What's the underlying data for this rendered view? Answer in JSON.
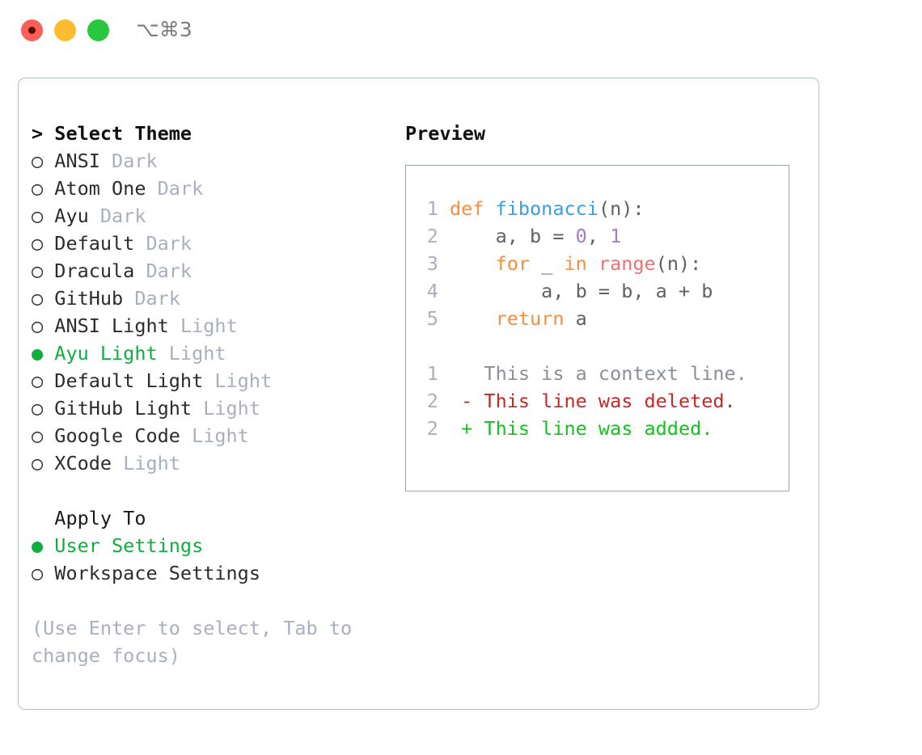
{
  "titlebar": {
    "shortcut": "⌥⌘3",
    "buttons": [
      {
        "name": "close",
        "color": "#fc5f57"
      },
      {
        "name": "minimize",
        "color": "#febc2e"
      },
      {
        "name": "zoom",
        "color": "#29c63f"
      }
    ]
  },
  "theme_picker": {
    "heading": "> Select Theme",
    "marker_selected": "●",
    "marker_unselected": "○",
    "accent_color": "#0fae3f",
    "badge_color": "#a8b0bd",
    "items": [
      {
        "label": "ANSI",
        "badge": "Dark",
        "selected": false
      },
      {
        "label": "Atom One",
        "badge": "Dark",
        "selected": false
      },
      {
        "label": "Ayu",
        "badge": "Dark",
        "selected": false
      },
      {
        "label": "Default",
        "badge": "Dark",
        "selected": false
      },
      {
        "label": "Dracula",
        "badge": "Dark",
        "selected": false
      },
      {
        "label": "GitHub",
        "badge": "Dark",
        "selected": false
      },
      {
        "label": "ANSI Light",
        "badge": "Light",
        "selected": false
      },
      {
        "label": "Ayu Light",
        "badge": "Light",
        "selected": true
      },
      {
        "label": "Default Light",
        "badge": "Light",
        "selected": false
      },
      {
        "label": "GitHub Light",
        "badge": "Light",
        "selected": false
      },
      {
        "label": "Google Code",
        "badge": "Light",
        "selected": false
      },
      {
        "label": "XCode",
        "badge": "Light",
        "selected": false
      }
    ]
  },
  "apply_to": {
    "heading": "  Apply To",
    "items": [
      {
        "label": "User Settings",
        "selected": true
      },
      {
        "label": "Workspace Settings",
        "selected": false
      }
    ]
  },
  "hint": "(Use Enter to select, Tab to change focus)",
  "preview": {
    "title": "Preview",
    "code": [
      {
        "num": "1",
        "tokens": [
          {
            "t": "def ",
            "c": "kw"
          },
          {
            "t": "fibonacci",
            "c": "fn"
          },
          {
            "t": "(n):",
            "c": "plain"
          }
        ]
      },
      {
        "num": "2",
        "tokens": [
          {
            "t": "    a, b = ",
            "c": "plain"
          },
          {
            "t": "0",
            "c": "num"
          },
          {
            "t": ", ",
            "c": "plain"
          },
          {
            "t": "1",
            "c": "num"
          }
        ]
      },
      {
        "num": "3",
        "tokens": [
          {
            "t": "    ",
            "c": "plain"
          },
          {
            "t": "for",
            "c": "kw"
          },
          {
            "t": " _ ",
            "c": "plain"
          },
          {
            "t": "in",
            "c": "kw"
          },
          {
            "t": " ",
            "c": "plain"
          },
          {
            "t": "range",
            "c": "call"
          },
          {
            "t": "(n):",
            "c": "plain"
          }
        ]
      },
      {
        "num": "4",
        "tokens": [
          {
            "t": "        a, b = b, a + b",
            "c": "plain"
          }
        ]
      },
      {
        "num": "5",
        "tokens": [
          {
            "t": "    ",
            "c": "plain"
          },
          {
            "t": "return",
            "c": "kw"
          },
          {
            "t": " a",
            "c": "plain"
          }
        ]
      }
    ],
    "diff": [
      {
        "num": "1",
        "sign": " ",
        "text": " This is a context line.",
        "kind": "ctx"
      },
      {
        "num": "2",
        "sign": "-",
        "text": " This line was deleted.",
        "kind": "del"
      },
      {
        "num": "2",
        "sign": "+",
        "text": " This line was added.",
        "kind": "add"
      }
    ],
    "syntax_colors": {
      "keyword": "#fa8d3e",
      "function": "#399ee6",
      "number": "#a37acc",
      "call": "#f07171",
      "plain": "#5c6166",
      "line_number": "#a8b0bd",
      "diff_context": "#8a8f98",
      "diff_deleted": "#c62828",
      "diff_added": "#16c020"
    }
  }
}
